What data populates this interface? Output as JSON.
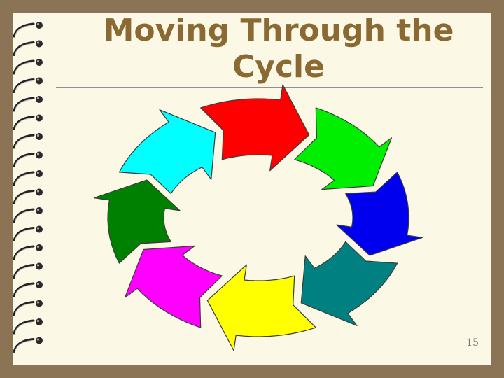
{
  "slide": {
    "title_lines": [
      "Moving Through the",
      "Cycle"
    ],
    "page_number": "15"
  },
  "diagram": {
    "type": "cycle",
    "arrow_colors": [
      "#ff0000",
      "#00ee00",
      "#0000ee",
      "#008080",
      "#ffff00",
      "#ff00ff",
      "#008000",
      "#00ffff"
    ],
    "border_color": "#8b7355",
    "page_color": "#fcf8e6",
    "title_color": "#8a6a32"
  }
}
